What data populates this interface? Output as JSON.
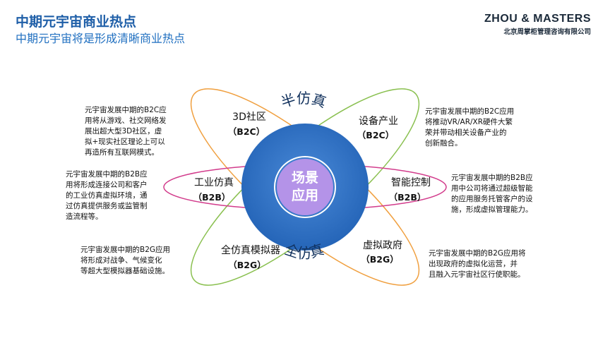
{
  "header": {
    "title": "中期元宇宙商业热点",
    "subtitle": "中期元宇宙将是形成清晰商业热点"
  },
  "brand": {
    "name": "ZHOU & MASTERS",
    "company": "北京周掌柜管理咨询有限公司"
  },
  "center": {
    "label_line1": "场景",
    "label_line2": "应用",
    "ring_top": "半仿真",
    "ring_bottom": "全仿真"
  },
  "nodes": [
    {
      "name": "3D社区",
      "tag": "（B2C）",
      "description": [
        "元宇宙发展中期的B2C应",
        "用将从游戏、社交网络发",
        "展出超大型3D社区，虚",
        "拟+现实社区理论上可以",
        "再造所有互联网模式。"
      ]
    },
    {
      "name": "设备产业",
      "tag": "（B2C）",
      "description": [
        "元宇宙发展中期的B2C应用",
        "将推动VR/AR/XR硬件大繁",
        "荣并带动相关设备产业的",
        "创新融合。"
      ]
    },
    {
      "name": "工业仿真",
      "tag": "（B2B）",
      "description": [
        "元宇宙发展中期的B2B应",
        "用将形成连接公司和客户",
        "的工业仿真虚拟环境，通",
        "过仿真提供服务或监管制",
        "造流程等。"
      ]
    },
    {
      "name": "智能控制",
      "tag": "（B2B）",
      "description": [
        "元宇宙发展中期的B2B应",
        "用中公司将通过超级智能",
        "的应用服务托管客户的设",
        "施，形成虚拟管理能力。"
      ]
    },
    {
      "name": "全仿真模拟器",
      "tag": "（B2G）",
      "description": [
        "元宇宙发展中期的B2G应用",
        "将形成对战争、气候变化",
        "等超大型模拟器基础设施。"
      ]
    },
    {
      "name": "虚拟政府",
      "tag": "（B2G）",
      "description": [
        "元宇宙发展中期的B2G应用将",
        "出现政府的虚拟化运营，并",
        "且融入元宇宙社区行使职能。"
      ]
    }
  ],
  "colors": {
    "title": "#1f5fa8",
    "subtitle": "#1f6fc0",
    "ring_blue": "#2a70c4",
    "center_purple": "#b493e8",
    "ellipse_pink": "#d23c8c",
    "ellipse_green": "#8ac050",
    "ellipse_orange": "#f0a040",
    "tag_bold": "#111111"
  }
}
